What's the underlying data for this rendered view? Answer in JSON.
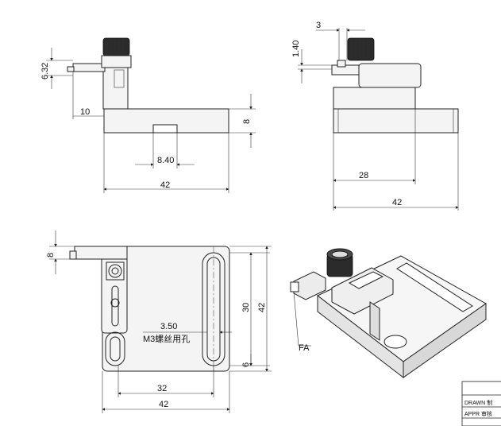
{
  "views": {
    "front": {
      "dims": {
        "top_height": "6.32",
        "left_offset": "10",
        "right_height": "8",
        "slot_width": "8.40",
        "total_width": "42"
      }
    },
    "side": {
      "dims": {
        "top_offset": "3",
        "top_height": "1.40",
        "inner_width": "28",
        "total_width": "42"
      }
    },
    "top": {
      "dims": {
        "left_height": "8",
        "slot_gap": "3.50",
        "note": "M3螺丝用孔",
        "inner_height": "30",
        "total_height": "42",
        "bottom_offset": "6",
        "slot_span": "32",
        "total_width": "42"
      }
    },
    "iso": {
      "label": "FA"
    }
  },
  "title_block": {
    "drawn": "DRAWN 制",
    "approved": "APPR 审核"
  }
}
